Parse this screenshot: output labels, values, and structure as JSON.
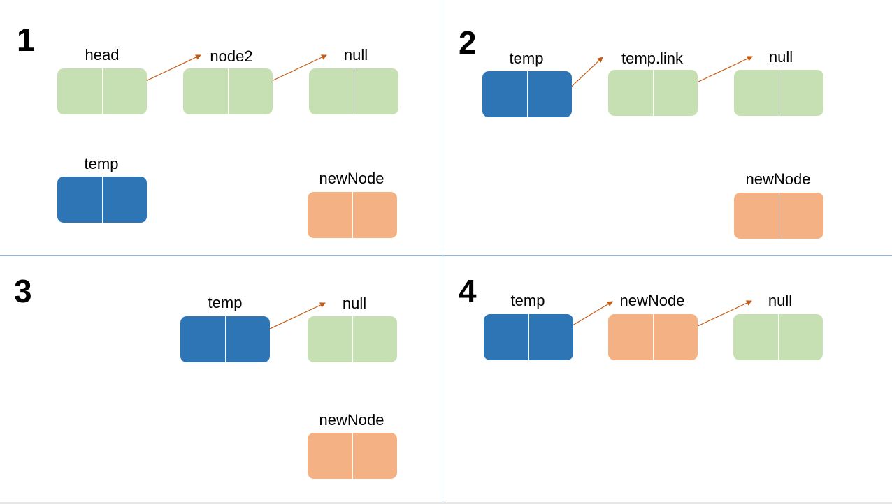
{
  "colors": {
    "green": "#c6e0b4",
    "blue": "#2e75b6",
    "orange": "#f4b183",
    "arrow": "#c55a11",
    "divider": "#8fb4d6"
  },
  "panels": [
    {
      "number": "1",
      "labels": [
        "head",
        "node2",
        "null",
        "temp",
        "newNode"
      ]
    },
    {
      "number": "2",
      "labels": [
        "temp",
        "temp.link",
        "null",
        "newNode"
      ]
    },
    {
      "number": "3",
      "labels": [
        "temp",
        "null",
        "newNode"
      ]
    },
    {
      "number": "4",
      "labels": [
        "temp",
        "newNode",
        "null"
      ]
    }
  ]
}
